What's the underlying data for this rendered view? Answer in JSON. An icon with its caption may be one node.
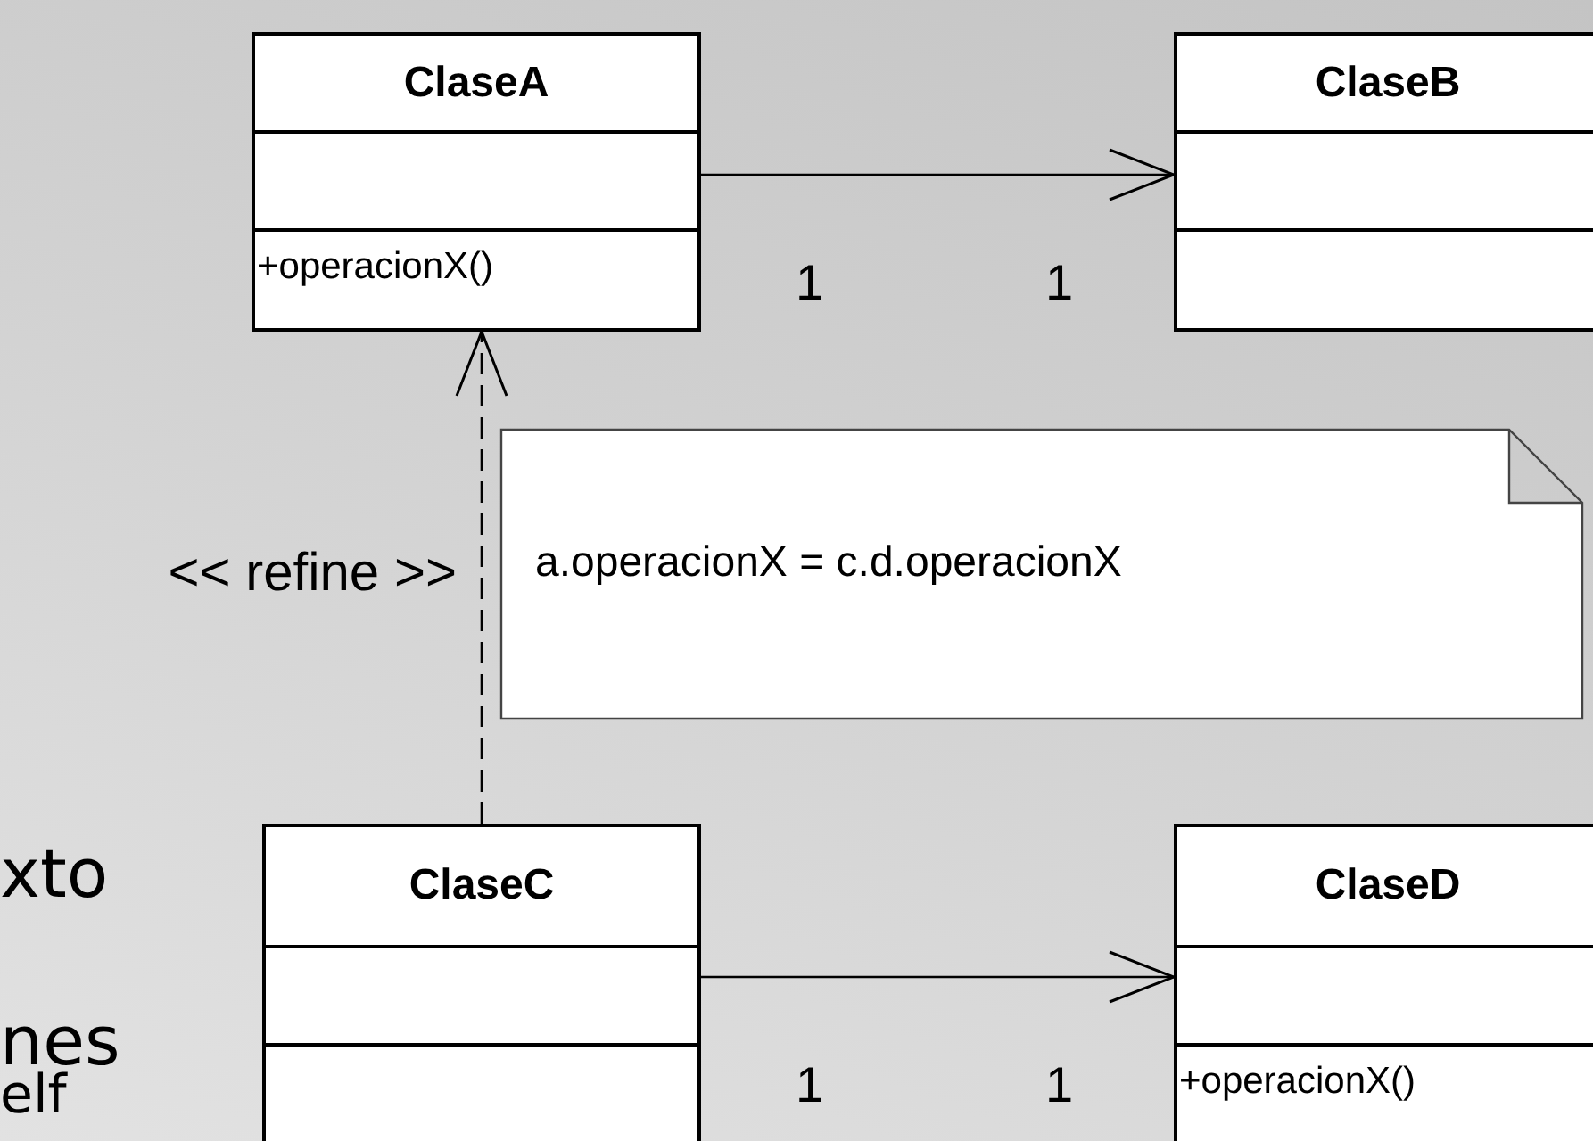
{
  "diagram": {
    "nodes": [
      {
        "text": [
          "ClaseA",
          "+operacionX()"
        ]
      },
      {
        "text": [
          "ClaseB"
        ]
      },
      {
        "text": [
          "a.operacionX = c.d.operacionX"
        ]
      },
      {
        "text": [
          "ClaseC"
        ]
      },
      {
        "text": [
          "ClaseD",
          "+operacionX()"
        ]
      }
    ],
    "edges": [
      {
        "from": 0,
        "to": 1,
        "arrow": "to"
      },
      {
        "from": 3,
        "to": 0,
        "arrow": "to",
        "style": "dashed",
        "label": "<< refine >>"
      },
      {
        "from": 3,
        "to": 4,
        "arrow": "to"
      }
    ],
    "labels": [
      "1",
      "1",
      "xto",
      "nes",
      "elf",
      "1",
      "1"
    ]
  }
}
